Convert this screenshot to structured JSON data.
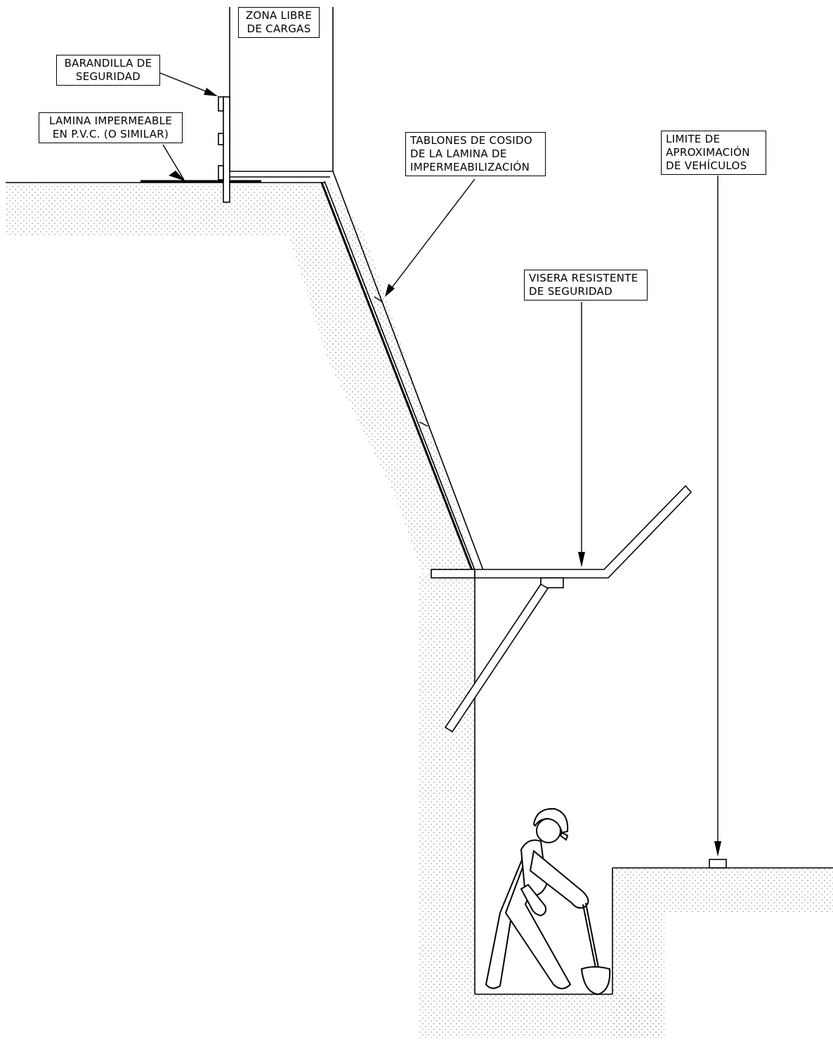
{
  "labels": {
    "zona_libre": [
      "ZONA LIBRE",
      "DE CARGAS"
    ],
    "barandilla": [
      "BARANDILLA DE",
      "SEGURIDAD"
    ],
    "lamina": [
      "LAMINA IMPERMEABLE",
      "EN P.V.C. (O SIMILAR)"
    ],
    "tablones": [
      "TABLONES DE COSIDO",
      "DE LA LAMINA DE",
      "IMPERMEABILIZACIÓN"
    ],
    "visera": [
      "VISERA RESISTENTE",
      "DE SEGURIDAD"
    ],
    "limite": [
      "LIMITE DE",
      "APROXIMACIÓN",
      "DE VEHÍCULOS"
    ]
  },
  "colors": {
    "line": "#000000",
    "soil_dots": "#7a7a7a",
    "background": "#ffffff"
  },
  "icons": {
    "worker": "worker-with-helmet-and-shovel-icon",
    "arrow": "leader-arrowhead-icon"
  }
}
